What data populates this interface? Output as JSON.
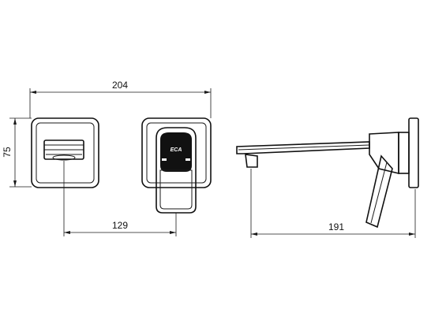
{
  "dimensions": {
    "total_width": "204",
    "height": "75",
    "center_distance": "129",
    "spout_projection": "191"
  },
  "logo": {
    "text": "ECA"
  },
  "colors": {
    "line": "#1a1a1a",
    "fill_dark": "#111111",
    "background": "#ffffff"
  }
}
